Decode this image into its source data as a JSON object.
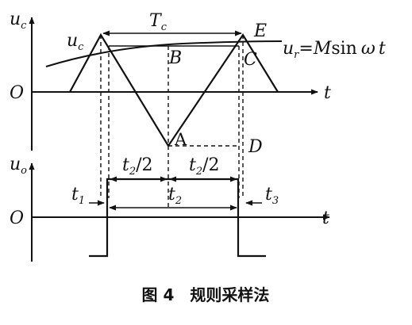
{
  "colors": {
    "ink": "#111111",
    "paper": "#ffffff"
  },
  "labels": {
    "uc_axis": "u",
    "uc_axis_sub": "c",
    "uc_curve": "u",
    "uc_curve_sub": "c",
    "Tc": "T",
    "Tc_sub": "c",
    "E": "E",
    "ur": "u",
    "ur_sub": "r",
    "ur_eq": "=",
    "ur_M": "M",
    "ur_sin": "sin",
    "ur_omega": "ω",
    "ur_t": "t",
    "B": "B",
    "C": "C",
    "O_top": "O",
    "t_top": "t",
    "A": "A",
    "D": "D",
    "uo_axis": "u",
    "uo_axis_sub": "o",
    "half_left": "t",
    "half_left_sub": "2",
    "half_left_den": "/2",
    "half_right": "t",
    "half_right_sub": "2",
    "half_right_den": "/2",
    "t1": "t",
    "t1_sub": "1",
    "t2": "t",
    "t2_sub": "2",
    "t3": "t",
    "t3_sub": "3",
    "O_bottom": "O",
    "t_bottom": "t"
  },
  "caption": "图 4　规则采样法"
}
